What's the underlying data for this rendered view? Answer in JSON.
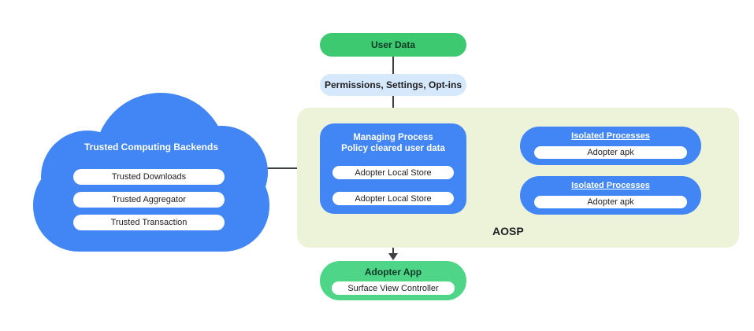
{
  "nodes": {
    "user_data": {
      "label": "User Data"
    },
    "permissions": {
      "label": "Permissions,  Settings, Opt-ins"
    },
    "aosp_label": "AOSP",
    "managing": {
      "line1": "Managing Process",
      "line2": "Policy cleared user data",
      "stores": [
        "Adopter Local Store",
        "Adopter Local Store"
      ]
    },
    "isolated": [
      {
        "title": "Isolated Processes",
        "apk": "Adopter apk"
      },
      {
        "title": "Isolated Processes",
        "apk": "Adopter apk"
      }
    ],
    "cloud": {
      "title": "Trusted Computing Backends",
      "items": [
        "Trusted Downloads",
        "Trusted Aggregator",
        "Trusted Transaction"
      ]
    },
    "adopter_app": {
      "title": "Adopter App",
      "controller": "Surface View Controller"
    }
  },
  "colors": {
    "blue": "#4285F4",
    "green_top": "#3CC96F",
    "green_bottom": "#4FD588",
    "light_blue": "#D6E8FB",
    "panel_light_green": "#EDF3D8",
    "line": "#3C4043",
    "white_pill": "#FFFFFF"
  }
}
